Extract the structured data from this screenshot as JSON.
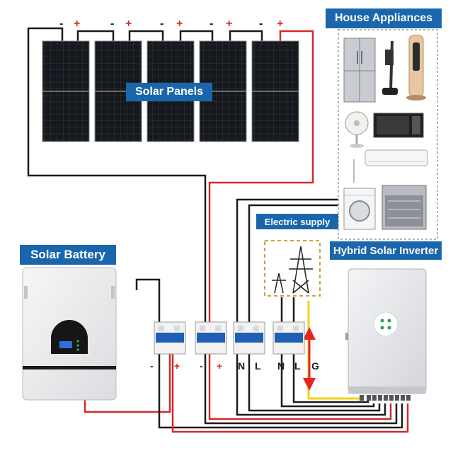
{
  "labels": {
    "solar_panels": "Solar Panels",
    "house_appliances": "House Appliances",
    "solar_battery": "Solar Battery",
    "electric_supply": "Electric supply",
    "hybrid_inverter": "Hybrid Solar Inverter"
  },
  "panel_polarity": [
    "-",
    "+",
    "-",
    "+",
    "-",
    "+",
    "-",
    "+",
    "-",
    "+"
  ],
  "breaker_terminals": [
    "-",
    "+",
    "-",
    "+",
    "N",
    "L",
    "N",
    "L",
    "G"
  ],
  "colors": {
    "label_bg": "#1a66ad",
    "wire_black": "#1a1a1a",
    "wire_red": "#d42a2a",
    "wire_yellow": "#f2d21b",
    "arrow_red": "#e8241e",
    "dashed_gold": "#c9a23a"
  }
}
